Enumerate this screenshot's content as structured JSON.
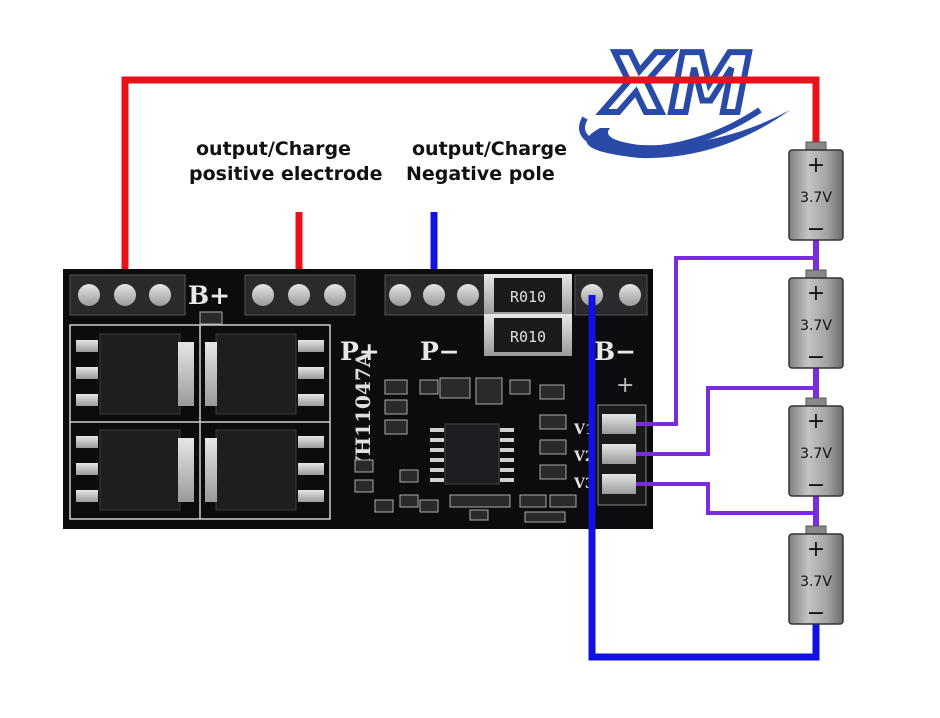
{
  "labels": {
    "positive_line1": "output/Charge",
    "positive_line2": "positive electrode",
    "negative_line1": "output/Charge",
    "negative_line2": "Negative pole"
  },
  "board": {
    "b_plus": "B+",
    "p_plus": "P+",
    "p_minus": "P−",
    "b_minus": "B−",
    "model": "YH11047A",
    "resistor_marking": "R010",
    "balance_pins": [
      "V1",
      "V2",
      "V3"
    ]
  },
  "logo": {
    "text": "XM"
  },
  "batteries": [
    {
      "voltage": "3.7V",
      "plus": "+",
      "minus": "−"
    },
    {
      "voltage": "3.7V",
      "plus": "+",
      "minus": "−"
    },
    {
      "voltage": "3.7V",
      "plus": "+",
      "minus": "−"
    },
    {
      "voltage": "3.7V",
      "plus": "+",
      "minus": "−"
    }
  ],
  "colors": {
    "positive_wire": "#e8121b",
    "negative_wire": "#1212e0",
    "balance_wire": "#7a2be0",
    "board": "#0c0c0e",
    "logo": "#2a4aa8",
    "battery_body": "#9a9a9a"
  }
}
